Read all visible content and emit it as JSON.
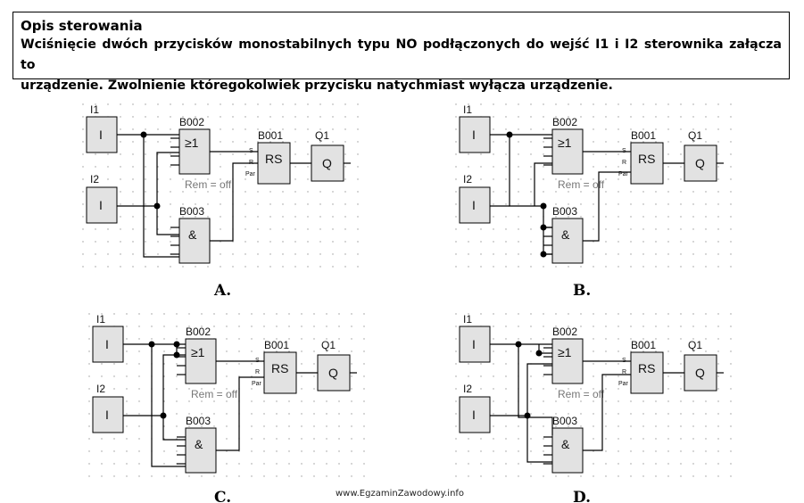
{
  "description": {
    "title": "Opis sterowania",
    "line1": "Wciśnięcie dwóch przycisków monostabilnych typu NO podłączonych do wejść I1 i I2 sterownika załącza to",
    "line2": "urządzenie. Zwolnienie któregokolwiek przycisku natychmiast wyłącza urządzenie."
  },
  "blocks": {
    "i1": "I1",
    "i2": "I2",
    "in_symbol": "I",
    "b002": "B002",
    "or_symbol": "≥1",
    "b003": "B003",
    "and_symbol": "&",
    "b001": "B001",
    "rs_symbol": "RS",
    "q1": "Q1",
    "out_symbol": "Q",
    "pin_s": "S",
    "pin_r": "R",
    "pin_par": "Par",
    "rem": "Rem = off"
  },
  "options": [
    {
      "label": "A."
    },
    {
      "label": "B."
    },
    {
      "label": "C."
    },
    {
      "label": "D."
    }
  ],
  "watermark": "www.EgzaminZawodowy.info",
  "colors": {
    "block_fill": "#e2e2e2",
    "line": "#000000",
    "grid_dot": "#9a9a9a"
  }
}
